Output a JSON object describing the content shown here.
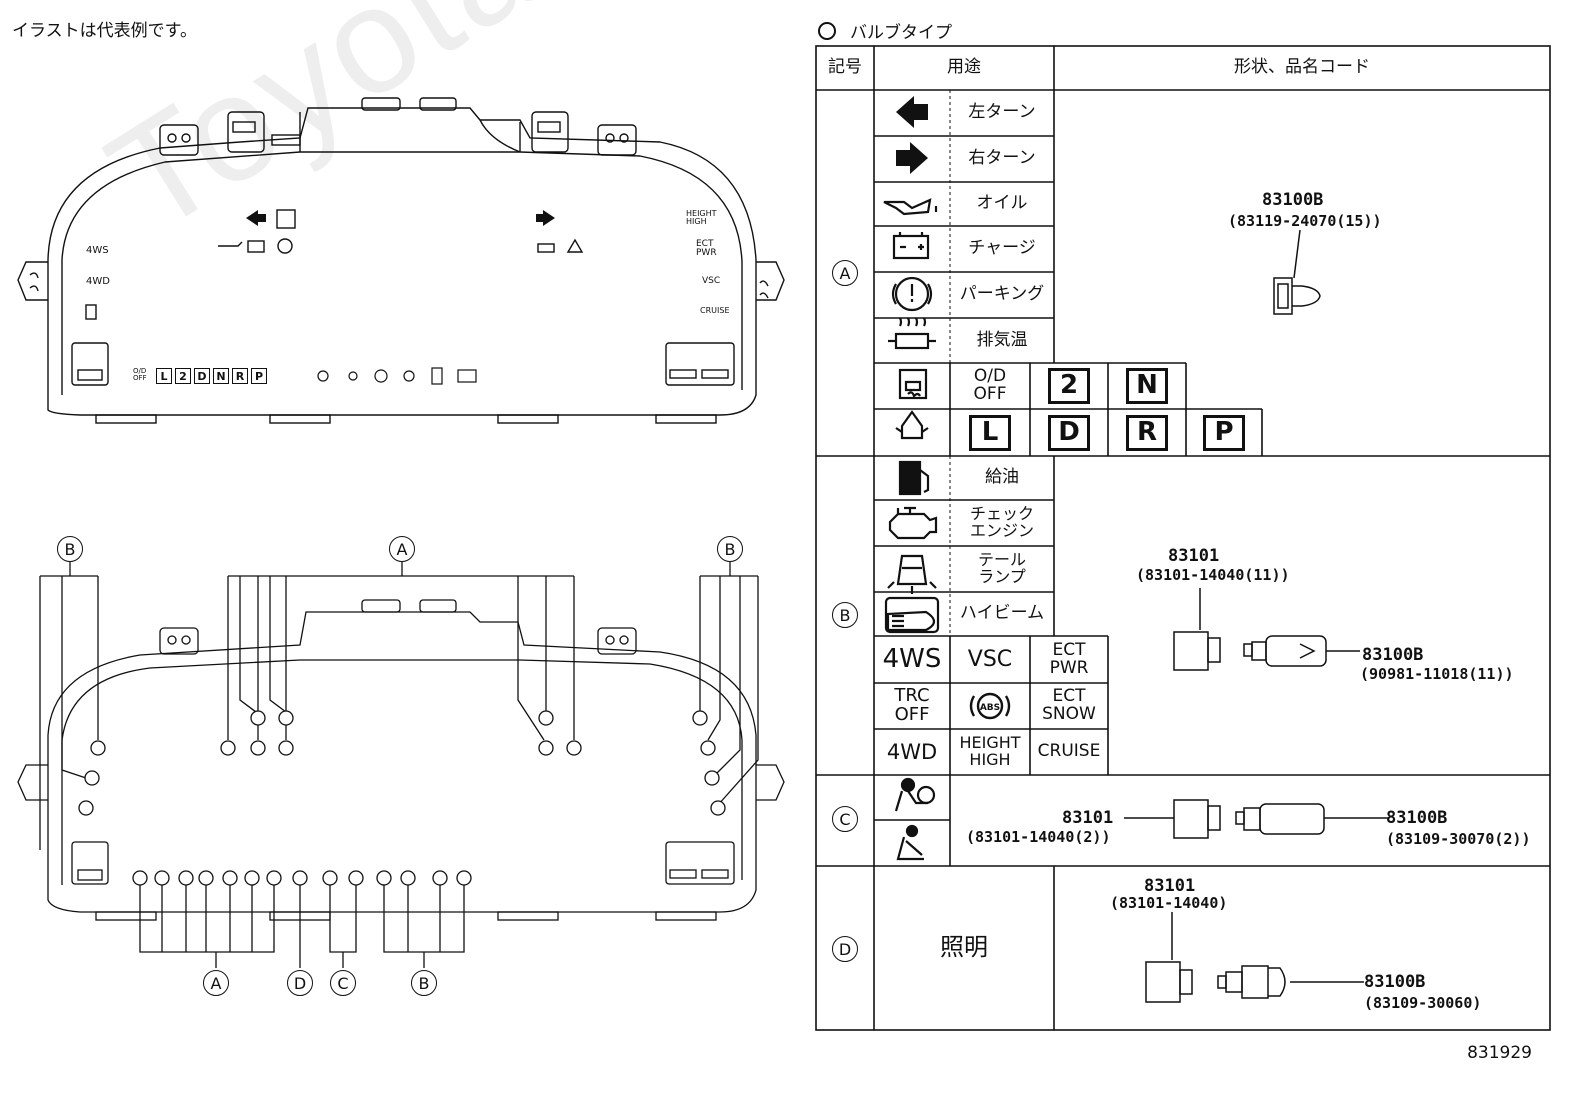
{
  "note": "イラストは代表例です。",
  "bulb_type_title": "バルブタイプ",
  "watermark": "ToyotaGarage.ru",
  "table": {
    "headers": {
      "symbol": "記号",
      "usage": "用途",
      "shape": "形状、品名コード"
    },
    "groups": [
      {
        "label": "A"
      },
      {
        "label": "B"
      },
      {
        "label": "C"
      },
      {
        "label": "D"
      }
    ],
    "A_rows": [
      "左ターン",
      "右ターン",
      "オイル",
      "チャージ",
      "パーキング",
      "排気温"
    ],
    "A_grid_row1": [
      "O/D\nOFF",
      "2",
      "N"
    ],
    "A_grid_row2": [
      "L",
      "D",
      "R",
      "P"
    ],
    "A_part": {
      "name": "83100B",
      "code": "(83119-24070(15))"
    },
    "B_rows": [
      "給油",
      "チェック\nエンジン",
      "テール\nランプ",
      "ハイビーム"
    ],
    "B_grid": [
      "4WS",
      "VSC",
      "ECT\nPWR",
      "TRC\nOFF",
      "",
      "ECT\nSNOW",
      "4WD",
      "HEIGHT\nHIGH",
      "CRUISE"
    ],
    "B_part1": {
      "name": "83101",
      "code": "(83101-14040(11))"
    },
    "B_part2": {
      "name": "83100B",
      "code": "(90981-11018(11))"
    },
    "C_part1": {
      "name": "83101",
      "code": "(83101-14040(2))"
    },
    "C_part2": {
      "name": "83100B",
      "code": "(83109-30070(2))"
    },
    "D_usage": "照明",
    "D_part1": {
      "name": "83101",
      "code": "(83101-14040)"
    },
    "D_part2": {
      "name": "83100B",
      "code": "(83109-30060)"
    }
  },
  "cluster_labels": {
    "left_top": [
      "4WS",
      "4WD"
    ],
    "right_top": [
      "HEIGHT\nHIGH",
      "ECT\nPWR",
      "VSC",
      "CRUISE"
    ],
    "gear": [
      "O/D OFF",
      "L",
      "2",
      "D",
      "N",
      "R",
      "P"
    ]
  },
  "callouts": {
    "top": [
      "B",
      "A",
      "B"
    ],
    "bottom": [
      "A",
      "D",
      "C",
      "B"
    ]
  },
  "reference_number": "831929"
}
